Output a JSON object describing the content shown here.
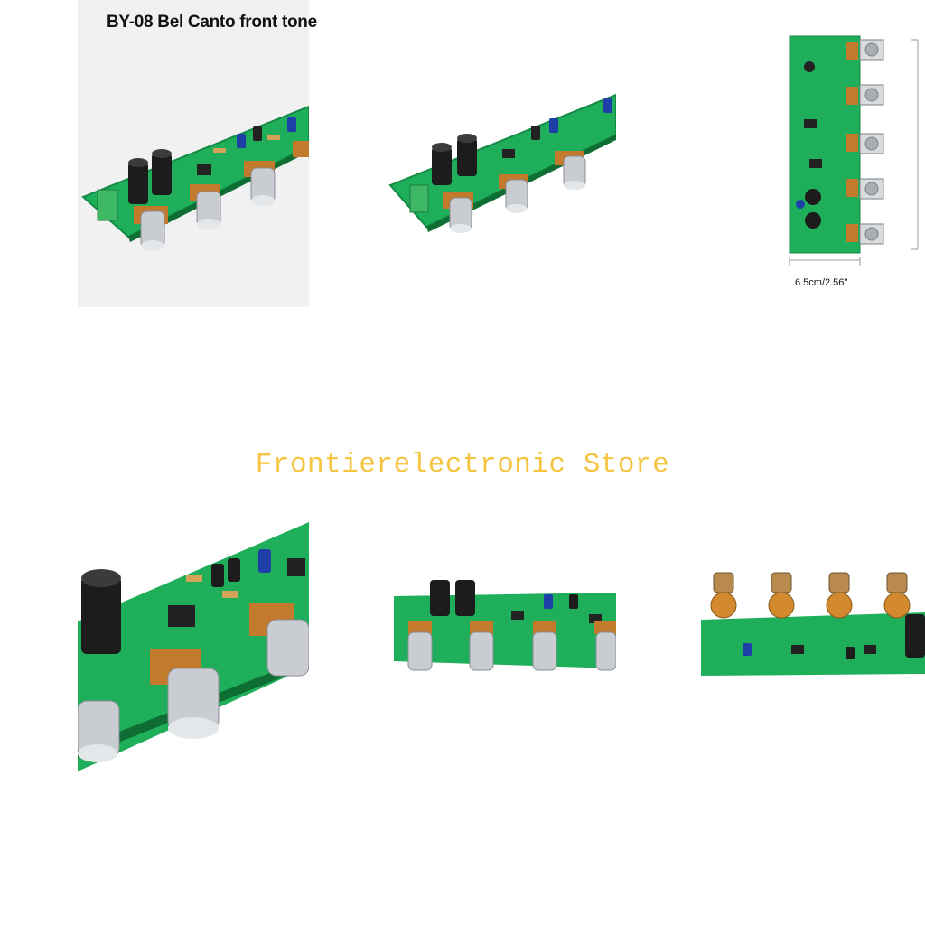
{
  "caption_title": "BY-08 Bel Canto front tone",
  "dimension_label": "6.5cm/2.56\"",
  "store_name": "Frontierelectronic Store",
  "colors": {
    "pcb_green": "#1fae5a",
    "pcb_dark": "#12803e",
    "watermark": "#f5c542",
    "knob_silver": "#c9cdd2",
    "cap_black": "#1c1c1c"
  }
}
